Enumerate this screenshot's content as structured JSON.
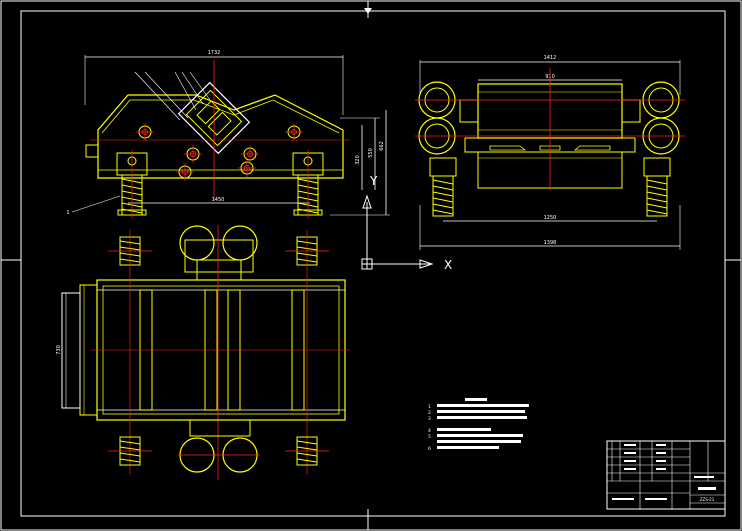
{
  "colors": {
    "background": "#000000",
    "outline": "#ffffff",
    "machine": "#ffff00",
    "centerline": "#ff2020",
    "hatch": "#00ffff"
  },
  "front_view": {
    "dim_overall_length": "1732",
    "dim_base_span": "1450",
    "dim_height_small": "320",
    "dim_height_mid": "550",
    "dim_height_total": "662",
    "callout_1": "1"
  },
  "side_view": {
    "dim_top_width": "1412",
    "dim_drum_width": "910",
    "dim_spring_span": "1250",
    "dim_total_width": "1398"
  },
  "top_view": {
    "dim_chute_width": "730"
  },
  "coordinate_axes": {
    "x_label": "X",
    "y_label": "Y"
  },
  "technical_notes": {
    "item_numbers": [
      "1",
      "2",
      "3",
      "4",
      "5",
      "6"
    ]
  },
  "title_block": {
    "drawing_number": "ZZS-21"
  }
}
